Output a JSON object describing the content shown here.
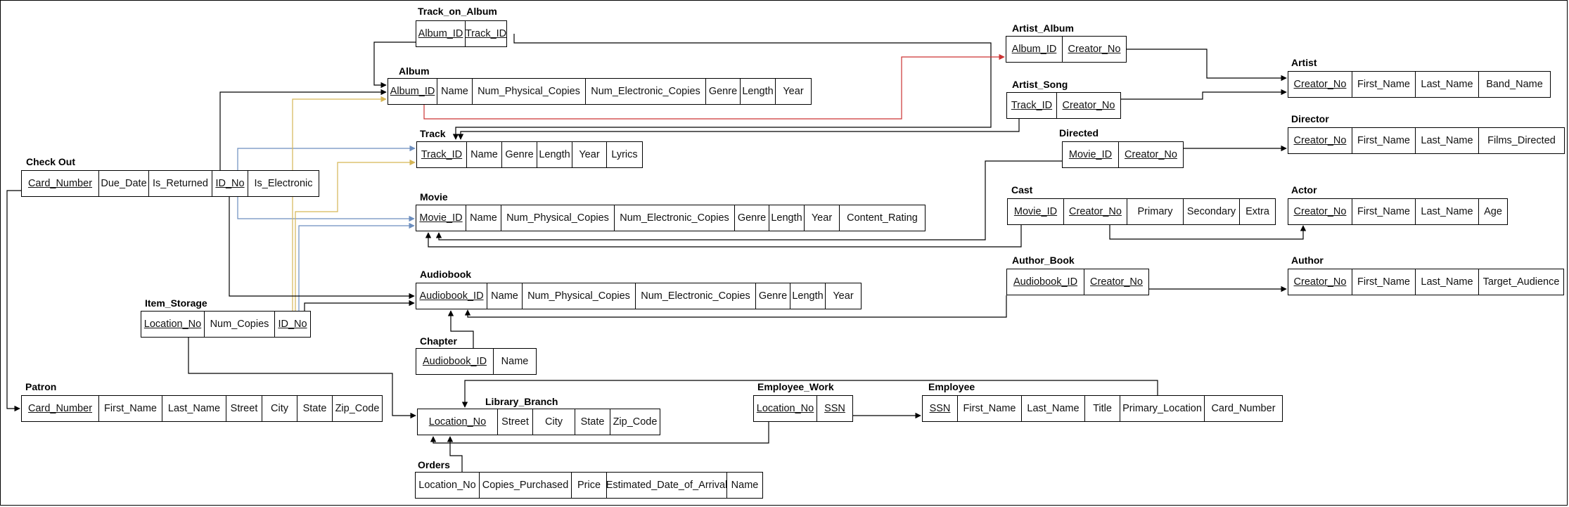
{
  "diagram": {
    "colors": {
      "line": "#000000",
      "red": "#cc3333",
      "blue": "#6c8ebf",
      "orange": "#d6b656"
    },
    "tables": [
      {
        "id": "track_on_album",
        "title": "Track_on_Album",
        "fields": [
          {
            "name": "Album_ID",
            "key": true
          },
          {
            "name": "Track_ID",
            "key": true
          }
        ]
      },
      {
        "id": "album",
        "title": "Album",
        "fields": [
          {
            "name": "Album_ID",
            "key": true
          },
          {
            "name": "Name",
            "key": false
          },
          {
            "name": "Num_Physical_Copies",
            "key": false
          },
          {
            "name": "Num_Electronic_Copies",
            "key": false
          },
          {
            "name": "Genre",
            "key": false
          },
          {
            "name": "Length",
            "key": false
          },
          {
            "name": "Year",
            "key": false
          }
        ]
      },
      {
        "id": "track",
        "title": "Track",
        "fields": [
          {
            "name": "Track_ID",
            "key": true
          },
          {
            "name": "Name",
            "key": false
          },
          {
            "name": "Genre",
            "key": false
          },
          {
            "name": "Length",
            "key": false
          },
          {
            "name": "Year",
            "key": false
          },
          {
            "name": "Lyrics",
            "key": false
          }
        ]
      },
      {
        "id": "movie",
        "title": "Movie",
        "fields": [
          {
            "name": "Movie_ID",
            "key": true
          },
          {
            "name": "Name",
            "key": false
          },
          {
            "name": "Num_Physical_Copies",
            "key": false
          },
          {
            "name": "Num_Electronic_Copies",
            "key": false
          },
          {
            "name": "Genre",
            "key": false
          },
          {
            "name": "Length",
            "key": false
          },
          {
            "name": "Year",
            "key": false
          },
          {
            "name": "Content_Rating",
            "key": false
          }
        ]
      },
      {
        "id": "audiobook",
        "title": "Audiobook",
        "fields": [
          {
            "name": "Audiobook_ID",
            "key": true
          },
          {
            "name": "Name",
            "key": false
          },
          {
            "name": "Num_Physical_Copies",
            "key": false
          },
          {
            "name": "Num_Electronic_Copies",
            "key": false
          },
          {
            "name": "Genre",
            "key": false
          },
          {
            "name": "Length",
            "key": false
          },
          {
            "name": "Year",
            "key": false
          }
        ]
      },
      {
        "id": "chapter",
        "title": "Chapter",
        "fields": [
          {
            "name": "Audiobook_ID",
            "key": true
          },
          {
            "name": "Name",
            "key": false
          }
        ]
      },
      {
        "id": "library_branch",
        "title": "Library_Branch",
        "fields": [
          {
            "name": "Location_No",
            "key": true
          },
          {
            "name": "Street",
            "key": false
          },
          {
            "name": "City",
            "key": false
          },
          {
            "name": "State",
            "key": false
          },
          {
            "name": "Zip_Code",
            "key": false
          }
        ]
      },
      {
        "id": "orders",
        "title": "Orders",
        "fields": [
          {
            "name": "Location_No",
            "key": false
          },
          {
            "name": "Copies_Purchased",
            "key": false
          },
          {
            "name": "Price",
            "key": false
          },
          {
            "name": "Estimated_Date_of_Arrival",
            "key": false
          },
          {
            "name": "Name",
            "key": false
          }
        ]
      },
      {
        "id": "check_out",
        "title": "Check Out",
        "fields": [
          {
            "name": "Card_Number",
            "key": true
          },
          {
            "name": "Due_Date",
            "key": false
          },
          {
            "name": "Is_Returned",
            "key": false
          },
          {
            "name": "ID_No",
            "key": true
          },
          {
            "name": "Is_Electronic",
            "key": false
          }
        ]
      },
      {
        "id": "item_storage",
        "title": "Item_Storage",
        "fields": [
          {
            "name": "Location_No",
            "key": true
          },
          {
            "name": "Num_Copies",
            "key": false
          },
          {
            "name": "ID_No",
            "key": true
          }
        ]
      },
      {
        "id": "patron",
        "title": "Patron",
        "fields": [
          {
            "name": "Card_Number",
            "key": true
          },
          {
            "name": "First_Name",
            "key": false
          },
          {
            "name": "Last_Name",
            "key": false
          },
          {
            "name": "Street",
            "key": false
          },
          {
            "name": "City",
            "key": false
          },
          {
            "name": "State",
            "key": false
          },
          {
            "name": "Zip_Code",
            "key": false
          }
        ]
      },
      {
        "id": "artist_album",
        "title": "Artist_Album",
        "fields": [
          {
            "name": "Album_ID",
            "key": true
          },
          {
            "name": "Creator_No",
            "key": true
          }
        ]
      },
      {
        "id": "artist_song",
        "title": "Artist_Song",
        "fields": [
          {
            "name": "Track_ID",
            "key": true
          },
          {
            "name": "Creator_No",
            "key": true
          }
        ]
      },
      {
        "id": "directed",
        "title": "Directed",
        "fields": [
          {
            "name": "Movie_ID",
            "key": true
          },
          {
            "name": "Creator_No",
            "key": true
          }
        ]
      },
      {
        "id": "cast",
        "title": "Cast",
        "fields": [
          {
            "name": "Movie_ID",
            "key": true
          },
          {
            "name": "Creator_No",
            "key": true
          },
          {
            "name": "Primary",
            "key": false
          },
          {
            "name": "Secondary",
            "key": false
          },
          {
            "name": "Extra",
            "key": false
          }
        ]
      },
      {
        "id": "author_book",
        "title": "Author_Book",
        "fields": [
          {
            "name": "Audiobook_ID",
            "key": true
          },
          {
            "name": "Creator_No",
            "key": true
          }
        ]
      },
      {
        "id": "employee_work",
        "title": "Employee_Work",
        "fields": [
          {
            "name": "Location_No",
            "key": true
          },
          {
            "name": "SSN",
            "key": true
          }
        ]
      },
      {
        "id": "employee",
        "title": "Employee",
        "fields": [
          {
            "name": "SSN",
            "key": true
          },
          {
            "name": "First_Name",
            "key": false
          },
          {
            "name": "Last_Name",
            "key": false
          },
          {
            "name": "Title",
            "key": false
          },
          {
            "name": "Primary_Location",
            "key": false
          },
          {
            "name": "Card_Number",
            "key": false
          }
        ]
      },
      {
        "id": "artist",
        "title": "Artist",
        "fields": [
          {
            "name": "Creator_No",
            "key": true
          },
          {
            "name": "First_Name",
            "key": false
          },
          {
            "name": "Last_Name",
            "key": false
          },
          {
            "name": "Band_Name",
            "key": false
          }
        ]
      },
      {
        "id": "director",
        "title": "Director",
        "fields": [
          {
            "name": "Creator_No",
            "key": true
          },
          {
            "name": "First_Name",
            "key": false
          },
          {
            "name": "Last_Name",
            "key": false
          },
          {
            "name": "Films_Directed",
            "key": false
          }
        ]
      },
      {
        "id": "actor",
        "title": "Actor",
        "fields": [
          {
            "name": "Creator_No",
            "key": true
          },
          {
            "name": "First_Name",
            "key": false
          },
          {
            "name": "Last_Name",
            "key": false
          },
          {
            "name": "Age",
            "key": false
          }
        ]
      },
      {
        "id": "author",
        "title": "Author",
        "fields": [
          {
            "name": "Creator_No",
            "key": true
          },
          {
            "name": "First_Name",
            "key": false
          },
          {
            "name": "Last_Name",
            "key": false
          },
          {
            "name": "Target_Audience",
            "key": false
          }
        ]
      }
    ]
  }
}
